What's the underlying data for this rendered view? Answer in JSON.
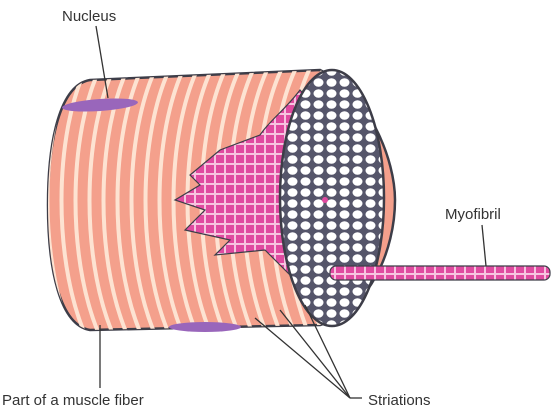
{
  "labels": {
    "nucleus": "Nucleus",
    "myofibril": "Myofibril",
    "muscle_fiber": "Part of a muscle fiber",
    "striations": "Striations"
  },
  "colors": {
    "fiber_fill": "#f4a08c",
    "fiber_stripe": "#fde3d2",
    "outline": "#3d3d48",
    "nucleus": "#9966bb",
    "myofibril_pink": "#e04aa0",
    "myofibril_light": "#f7c4e0",
    "end_face": "#ffffff",
    "label_text": "#333333"
  },
  "icons": {
    "leader_lines": "thin-dark-line"
  }
}
